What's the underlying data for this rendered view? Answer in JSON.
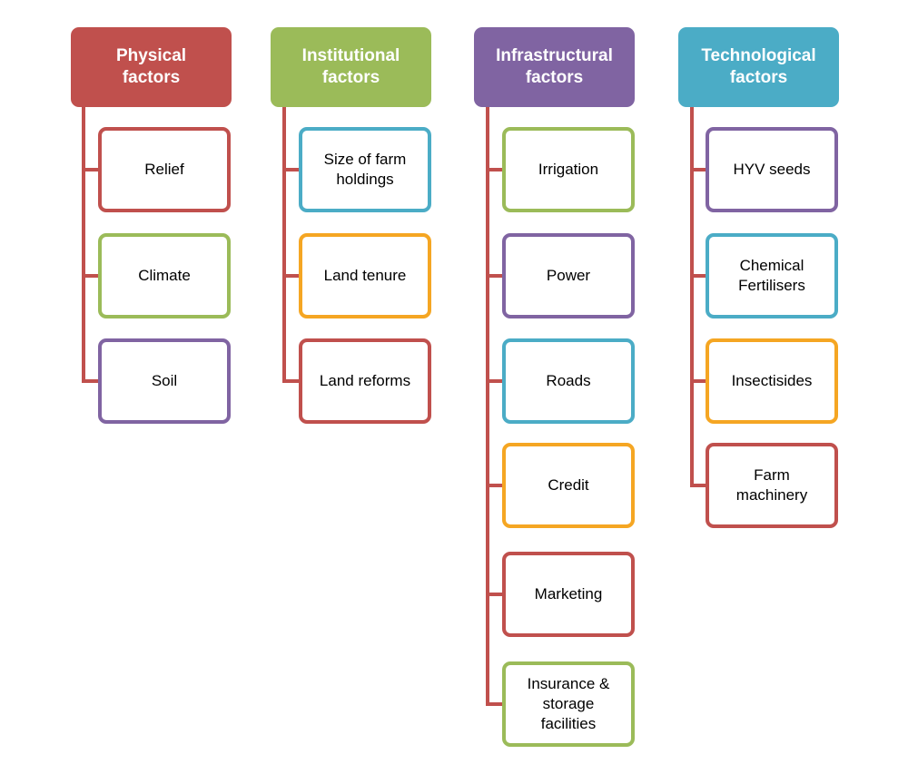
{
  "connector_color": "#c0504d",
  "columns": [
    {
      "title": "Physical\nfactors",
      "color": "#c0504d",
      "items": [
        {
          "label": "Relief",
          "border": "#c0504d"
        },
        {
          "label": "Climate",
          "border": "#9bbb59"
        },
        {
          "label": "Soil",
          "border": "#8064a2"
        }
      ]
    },
    {
      "title": "Institutional\nfactors",
      "color": "#9bbb59",
      "items": [
        {
          "label": "Size of farm\nholdings",
          "border": "#4bacc6"
        },
        {
          "label": "Land tenure",
          "border": "#f5a623"
        },
        {
          "label": "Land reforms",
          "border": "#c0504d"
        }
      ]
    },
    {
      "title": "Infrastructural\nfactors",
      "color": "#8064a2",
      "items": [
        {
          "label": "Irrigation",
          "border": "#9bbb59"
        },
        {
          "label": "Power",
          "border": "#8064a2"
        },
        {
          "label": "Roads",
          "border": "#4bacc6"
        },
        {
          "label": "Credit",
          "border": "#f5a623"
        },
        {
          "label": "Marketing",
          "border": "#c0504d"
        },
        {
          "label": "Insurance &\nstorage\nfacilities",
          "border": "#9bbb59"
        }
      ]
    },
    {
      "title": "Technological\nfactors",
      "color": "#4bacc6",
      "items": [
        {
          "label": "HYV seeds",
          "border": "#8064a2"
        },
        {
          "label": "Chemical\nFertilisers",
          "border": "#4bacc6"
        },
        {
          "label": "Insectisides",
          "border": "#f5a623"
        },
        {
          "label": "Farm\nmachinery",
          "border": "#c0504d"
        }
      ]
    }
  ]
}
